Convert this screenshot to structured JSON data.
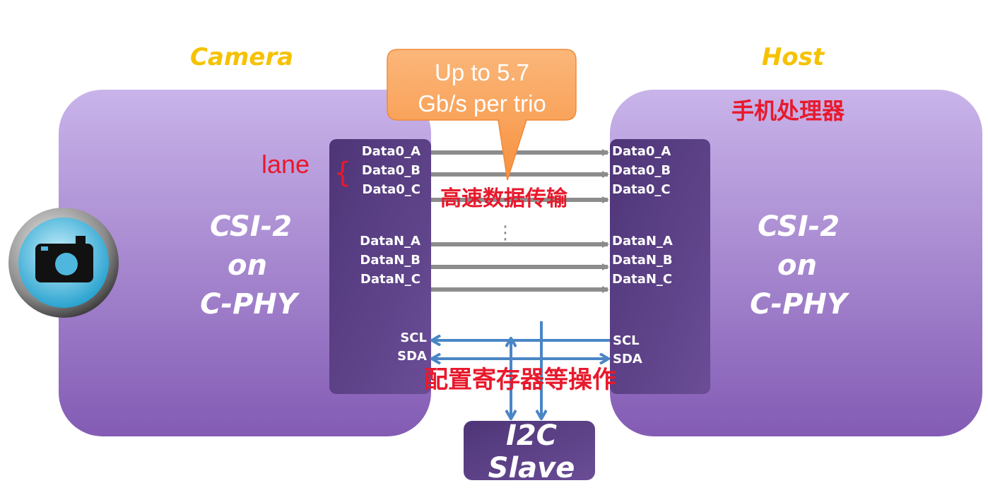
{
  "camera_title": "Camera",
  "host_title": "Host",
  "callout": {
    "line1": "Up to 5.7",
    "line2": "Gb/s per trio"
  },
  "camera_block": {
    "line1": "CSI-2",
    "line2": "on",
    "line3": "C-PHY"
  },
  "host_block": {
    "line1": "CSI-2",
    "line2": "on",
    "line3": "C-PHY",
    "annotation": "手机处理器"
  },
  "pins": {
    "data": [
      "Data0_A",
      "Data0_B",
      "Data0_C",
      "DataN_A",
      "DataN_B",
      "DataN_C"
    ],
    "scl": "SCL",
    "sda": "SDA"
  },
  "annotations": {
    "lane": "lane",
    "brace": "{",
    "ellipsis": "⋮",
    "high_speed": "高速数据传输",
    "config": "配置寄存器等操作"
  },
  "i2c": {
    "line1": "I2C",
    "line2": "Slave"
  },
  "colors": {
    "title": "#f5c200",
    "annotation": "#e8192c",
    "i2c_line": "#4a86c5",
    "data_arrow": "#8c8c8c",
    "callout": "#f89a4e"
  }
}
